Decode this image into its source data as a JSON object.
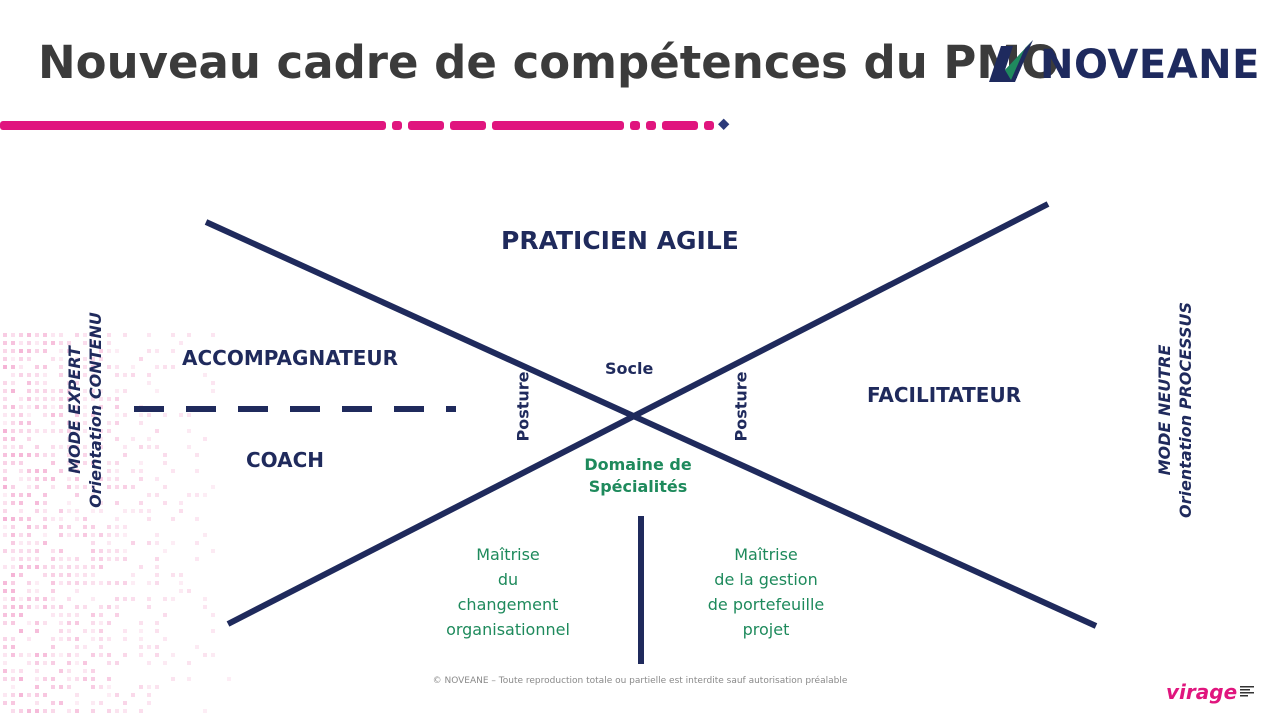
{
  "title": "Nouveau cadre de compétences du PMO",
  "logo": {
    "text": "NOVEANE",
    "accent_color": "#1f8a5e",
    "brand_color": "#1e2a5e"
  },
  "colors": {
    "navy": "#1f2a5c",
    "green": "#1e8a5c",
    "pink": "#e0157e"
  },
  "diagram": {
    "top": "PRATICIEN AGILE",
    "left_upper": "ACCOMPAGNATEUR",
    "left_lower": "COACH",
    "right": "FACILITATEUR",
    "center_top": "Socle",
    "posture_left": "Posture",
    "posture_right": "Posture",
    "center_bottom": [
      "Domaine de",
      "Spécialités"
    ],
    "bottom_left": [
      "Maîtrise",
      "du",
      "changement",
      "organisationnel"
    ],
    "bottom_right": [
      "Maîtrise",
      "de la gestion",
      "de portefeuille",
      "projet"
    ]
  },
  "side_left": {
    "line1": "MODE EXPERT",
    "line2": "Orientation CONTENU"
  },
  "side_right": {
    "line1": "MODE NEUTRE",
    "line2": "Orientation PROCESSUS"
  },
  "footer": "© NOVEANE – Toute reproduction totale ou partielle est interdite sauf autorisation préalable",
  "brand_footer": "virage"
}
